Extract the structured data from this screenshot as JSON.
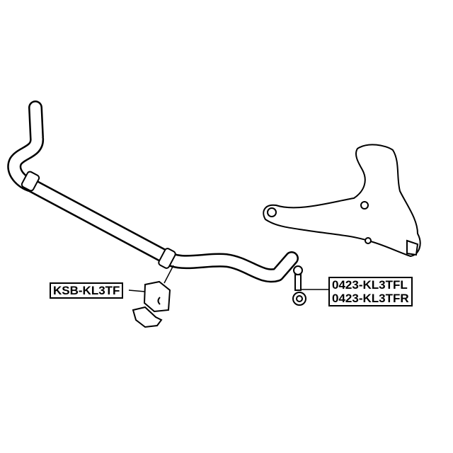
{
  "parts": {
    "bushing": {
      "part_number": "KSB-KL3TF"
    },
    "link": {
      "part_numbers": [
        "0423-KL3TFL",
        "0423-KL3TFR"
      ]
    }
  }
}
